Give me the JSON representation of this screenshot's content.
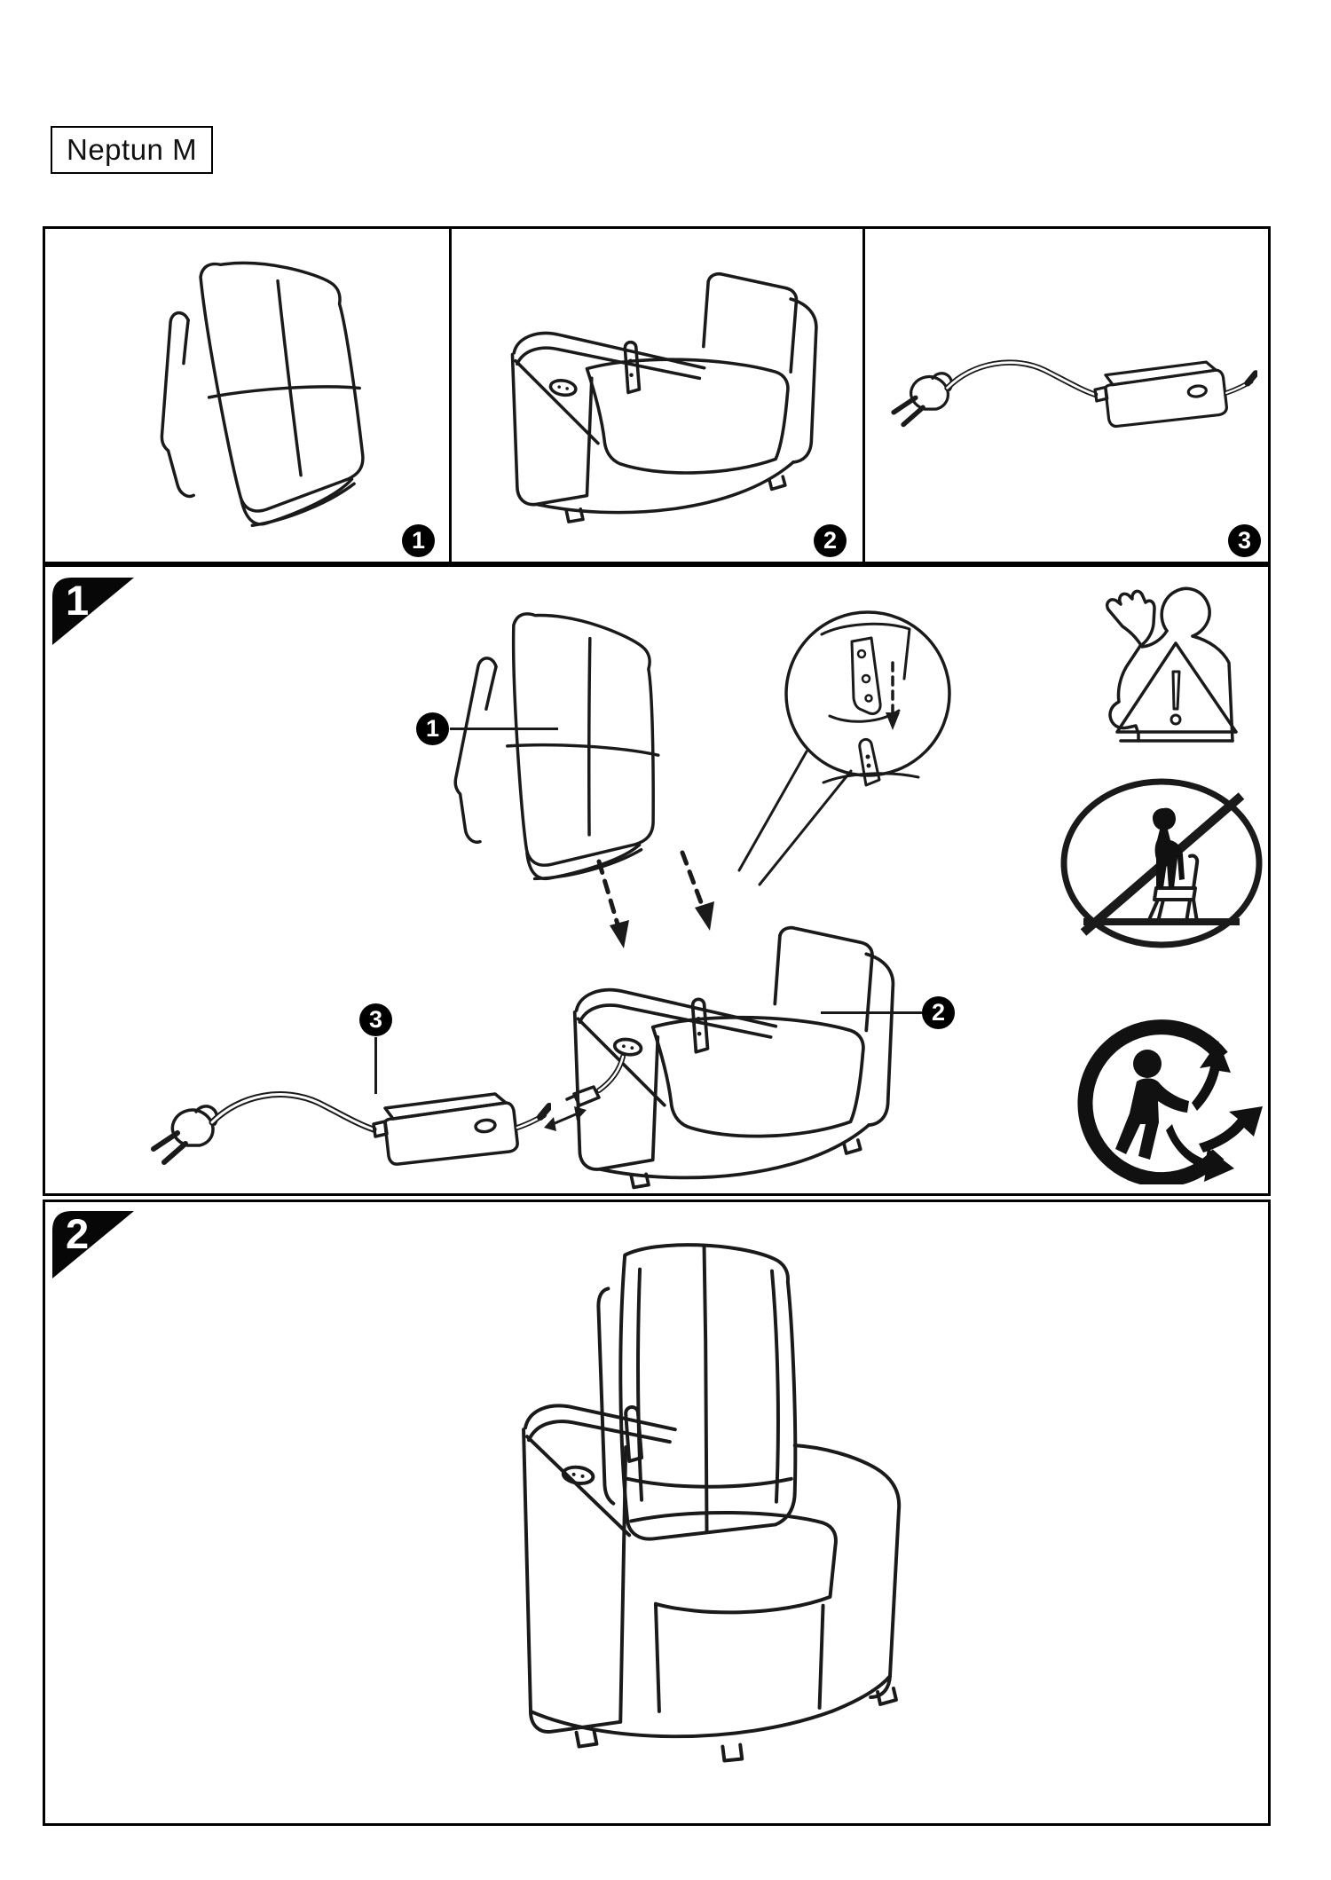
{
  "header": {
    "model_label": "Neptun M"
  },
  "parts": [
    {
      "badge": "1",
      "drawing": "backrest-cushion"
    },
    {
      "badge": "2",
      "drawing": "chair-base"
    },
    {
      "badge": "3",
      "drawing": "power-adapter-cable"
    }
  ],
  "step1": {
    "number": "1",
    "part_labels": [
      {
        "badge": "1"
      },
      {
        "badge": "2"
      },
      {
        "badge": "3"
      }
    ],
    "safety_icons": [
      "attention-warning-icon",
      "do-not-stand-on-chair-icon",
      "triman-recycling-icon"
    ]
  },
  "step2": {
    "number": "2"
  },
  "colors": {
    "line": "#1a1a1a",
    "paper": "#ffffff",
    "badge_bg": "#000000",
    "badge_text": "#ffffff"
  }
}
